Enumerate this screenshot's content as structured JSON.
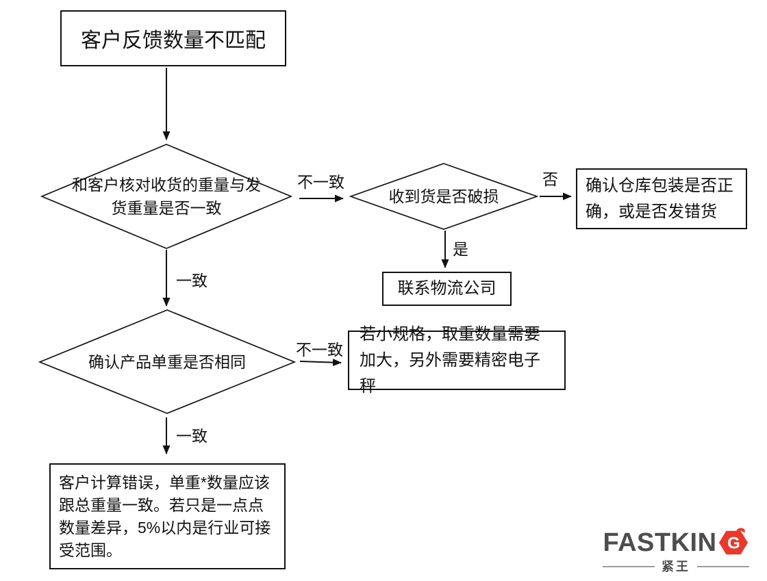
{
  "nodes": {
    "start": "客户反馈数量不匹配",
    "verify_weight": "和客户核对收货的重量与发货重量是否一致",
    "damage_check": "收到货是否破损",
    "warehouse_check": "确认仓库包装是否正确，或是否发错货",
    "contact_logistics": "联系物流公司",
    "unit_weight_check": "确认产品单重是否相同",
    "small_spec_note": "若小规格，取重数量需要加大，另外需要精密电子秤",
    "calc_error_note": "客户计算错误，单重*数量应该跟总重量一致。若只是一点点数量差异，5%以内是行业可接受范围。"
  },
  "edges": {
    "weight_mismatch": "不一致",
    "weight_match": "一致",
    "damage_no": "否",
    "damage_yes": "是",
    "unit_mismatch": "不一致",
    "unit_match": "一致"
  },
  "logo": {
    "wordmark": "FASTKIN",
    "g_letter": "G",
    "tagline": "紧王"
  },
  "colors": {
    "line": "#111111",
    "logo_gray": "#4d4d4f",
    "logo_red": "#e8392b"
  }
}
